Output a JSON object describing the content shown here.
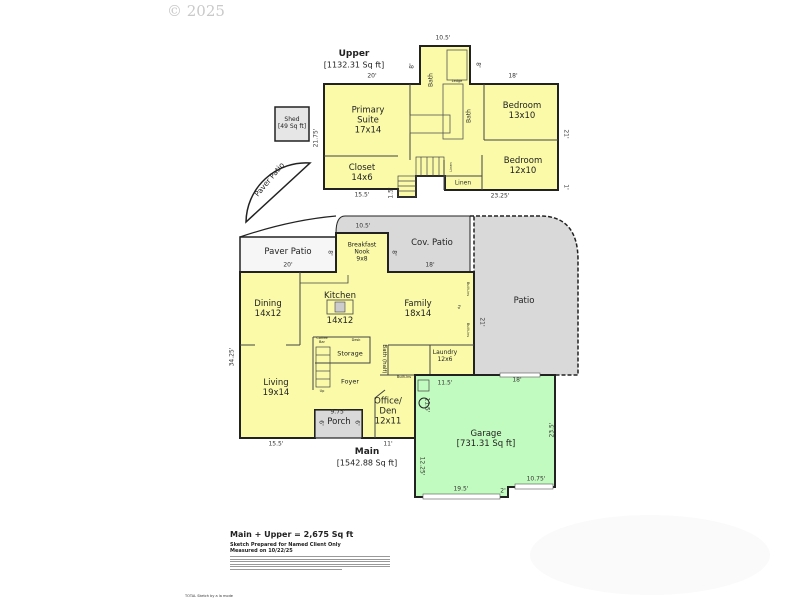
{
  "copyright": "© 2025",
  "upper": {
    "title": "Upper",
    "area": "[1132.31 Sq ft]",
    "rooms": {
      "primary_suite": "Primary\nSuite\n17x14",
      "bath1": "Bath",
      "bath2": "Bath",
      "ledge": "Ledge",
      "bedroom1": "Bedroom\n13x10",
      "bedroom2": "Bedroom\n12x10",
      "closet": "Closet\n14x6",
      "linen": "Linen",
      "linen_closet": "Linen"
    },
    "dims": {
      "top_bath": "10.5'",
      "top_left": "20'",
      "top_right": "18'",
      "bath_left": "8'",
      "bath_right": "8'",
      "left": "21.75'",
      "right": "21'",
      "right_small": "1'",
      "bottom_left": "15.5'",
      "stair": "1.5'",
      "bottom_right": "23.25'"
    }
  },
  "shed": {
    "label": "Shed\n[49 Sq ft]"
  },
  "paver_patio_round": "Paver Patio",
  "main": {
    "title": "Main",
    "area": "[1542.88 Sq ft]",
    "rooms": {
      "paver_patio": "Paver Patio",
      "breakfast_nook": "Breakfast\nNook\n9x8",
      "cov_patio": "Cov. Patio",
      "patio": "Patio",
      "kitchen": "Kitchen",
      "kitchen_size": "14x12",
      "dining": "Dining\n14x12",
      "family": "Family\n18x14",
      "storage": "Storage",
      "coffee_bar": "Coffee\nBar",
      "desk": "Desk",
      "bath_half": "Bath (half)",
      "laundry": "Laundry\n12x6",
      "foyer": "Foyer",
      "living": "Living\n19x14",
      "up": "Up",
      "office": "Office/\nDen\n12x11",
      "porch": "Porch",
      "built_ins_1": "Built-ins",
      "built_ins_2": "Built-ins",
      "built_ins_3": "Built-ins",
      "fp": "Fp"
    },
    "dims": {
      "nook_top": "10.5'",
      "patio_bottom": "20'",
      "nook_left": "8'",
      "nook_right": "8'",
      "cov_patio": "18'",
      "family_right": "21'",
      "left": "34.25'",
      "bottom_left": "15.5'",
      "bottom_office": "11'",
      "porch_top": "9.75'",
      "porch_left": "6'",
      "porch_right": "6'",
      "laundry_bottom": "11.5'"
    }
  },
  "garage": {
    "label": "Garage\n[731.31 Sq ft]",
    "dims": {
      "top": "18'",
      "left_top": "11.5'",
      "right": "23.5'",
      "left": "12.25'",
      "bottom": "19.5'",
      "bottom_right": "10.75'",
      "notch": "2'"
    }
  },
  "footer": {
    "total": "Main + Upper = 2,675 Sq ft",
    "prepared": "Sketch Prepared for Named Client Only",
    "measured": "Measured on 10/22/25",
    "credit": "TOTAL Sketch by a la mode"
  },
  "colors": {
    "living_space": "#fafaa8",
    "garage": "#c2fbbf",
    "patio": "#d9d9d9",
    "wall": "#222222"
  }
}
